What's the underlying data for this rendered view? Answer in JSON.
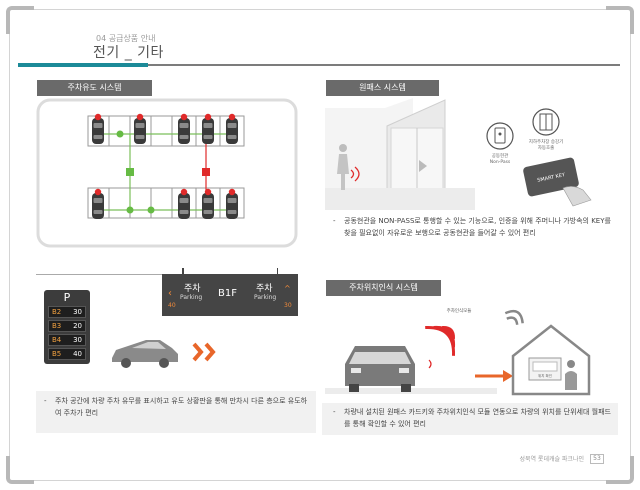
{
  "header": {
    "subtitle": "04  공급상품 안내",
    "title": "전기 _ 기타"
  },
  "sections": {
    "parking_guidance": {
      "label": "주차유도 시스템"
    },
    "one_pass": {
      "label": "원패스 시스템",
      "panel_left_caption_1": "공동현관",
      "panel_left_caption_2": "Non-Pass",
      "panel_right_caption_1": "지하주차장 승강기",
      "panel_right_caption_2": "자동호출",
      "card_text": "SMART KEY",
      "description": "공동현관을 NON-PASS로 통행할 수 있는 기능으로, 인증을 위해 주머니나 가방속의 KEY를 찾을 필요없이 자유로운 보행으로 공동현관을 들어갈 수 있어 편리"
    },
    "parking_status": {
      "board_title": "P",
      "levels": [
        {
          "floor": "B2",
          "count": "30"
        },
        {
          "floor": "B3",
          "count": "20"
        },
        {
          "floor": "B4",
          "count": "30"
        },
        {
          "floor": "B5",
          "count": "40"
        }
      ],
      "sign_left_ko": "주차",
      "sign_left_en": "Parking",
      "sign_left_num": "40",
      "sign_center": "B1F",
      "sign_right_ko": "주차",
      "sign_right_en": "Parking",
      "sign_right_num": "30",
      "description": "주차 공간에 차량 주차 유무를 표시하고 유도 상황판을 통해 만차시 다른 층으로 유도하여 주차가 편리"
    },
    "parking_location": {
      "label": "주차위치인식 시스템",
      "sensor_caption": "주차인식모듈",
      "monitor_text": "위치 확인",
      "description": "차량내 설치된 원패스 카드키와 주차위치인식 모듈 연동으로 차량의 위치를 단위세대 월패드를 통해 확인할 수 있어 편리"
    }
  },
  "footer": {
    "project": "성북역 롯데캐슬 파크나인",
    "page": "53"
  },
  "colors": {
    "accent": "#1c8a98",
    "label_bg": "#6a6a6a",
    "sensor_red": "#e02a2a",
    "sensor_green": "#66bb44",
    "arrow_orange": "#e8662a"
  }
}
